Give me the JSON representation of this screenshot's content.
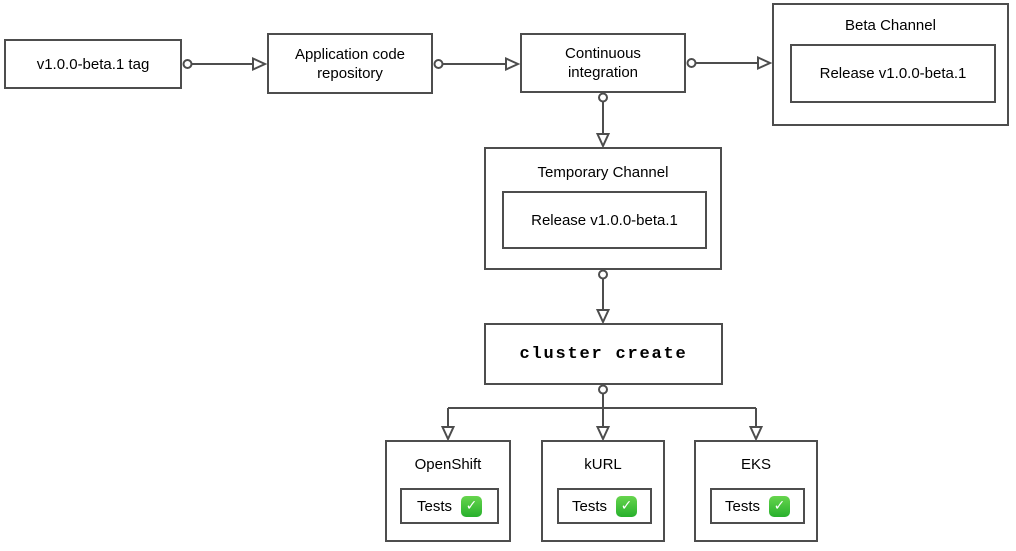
{
  "diagram": {
    "check_glyph": "✓",
    "colors": {
      "stroke": "#4d4d4d",
      "text": "#000000",
      "bg": "#ffffff",
      "check_green_top": "#67d54e",
      "check_green": "#27b02c"
    },
    "nodes": {
      "tag": {
        "label": "v1.0.0-beta.1 tag"
      },
      "app_repo": {
        "label": "Application code\nrepository"
      },
      "ci": {
        "label": "Continuous\nintegration"
      },
      "beta_channel": {
        "title": "Beta Channel",
        "release_label": "Release v1.0.0-beta.1"
      },
      "temporary_channel": {
        "title": "Temporary Channel",
        "release_label": "Release v1.0.0-beta.1"
      },
      "cluster_create": {
        "label": "cluster create"
      },
      "openshift": {
        "title": "OpenShift",
        "tests_label": "Tests",
        "status": "passed"
      },
      "kurl": {
        "title": "kURL",
        "tests_label": "Tests",
        "status": "passed"
      },
      "eks": {
        "title": "EKS",
        "tests_label": "Tests",
        "status": "passed"
      }
    },
    "edges": [
      {
        "from": "tag",
        "to": "app_repo"
      },
      {
        "from": "app_repo",
        "to": "ci"
      },
      {
        "from": "ci",
        "to": "beta_channel"
      },
      {
        "from": "ci",
        "to": "temporary_channel"
      },
      {
        "from": "temporary_channel",
        "to": "cluster_create"
      },
      {
        "from": "cluster_create",
        "to": "openshift"
      },
      {
        "from": "cluster_create",
        "to": "kurl"
      },
      {
        "from": "cluster_create",
        "to": "eks"
      }
    ]
  }
}
